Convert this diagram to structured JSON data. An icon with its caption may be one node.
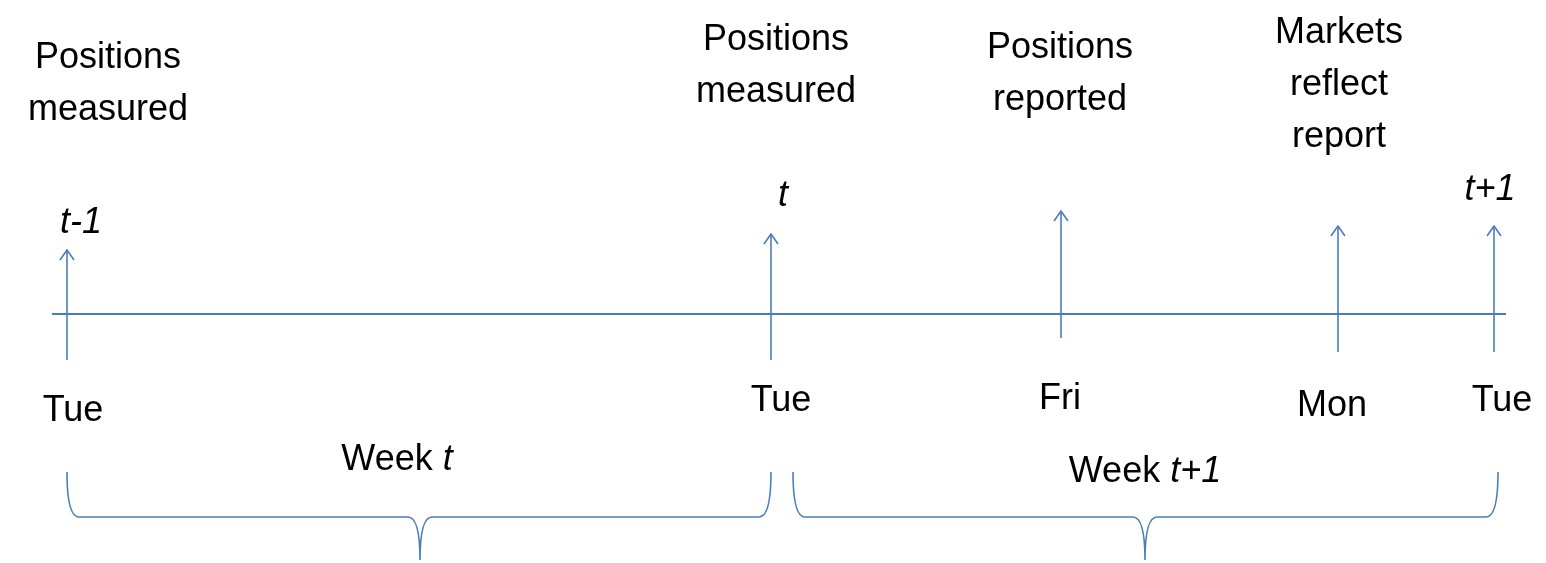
{
  "diagram": {
    "nodes": [
      {
        "text": [
          "Positions measured"
        ]
      },
      {
        "text": [
          "t-1"
        ]
      },
      {
        "text": [
          "Tue"
        ]
      },
      {
        "text": [
          "Positions measured"
        ]
      },
      {
        "text": [
          "t"
        ]
      },
      {
        "text": [
          "Tue"
        ]
      },
      {
        "text": [
          "Positions reported"
        ]
      },
      {
        "text": [
          "Fri"
        ]
      },
      {
        "text": [
          "Markets reflect report"
        ]
      },
      {
        "text": [
          "Mon"
        ]
      },
      {
        "text": [
          "t+1"
        ]
      },
      {
        "text": [
          "Tue"
        ]
      }
    ],
    "edges": [
      {
        "from": 2,
        "to": 1,
        "arrow": "to"
      },
      {
        "from": 5,
        "to": 4,
        "arrow": "to"
      },
      {
        "from": 7,
        "to": 6,
        "arrow": "to"
      },
      {
        "from": 9,
        "to": 8,
        "arrow": "to"
      },
      {
        "from": 11,
        "to": 10,
        "arrow": "to"
      }
    ],
    "labels": [
      "Week *t*",
      "Week *t+1*"
    ]
  }
}
